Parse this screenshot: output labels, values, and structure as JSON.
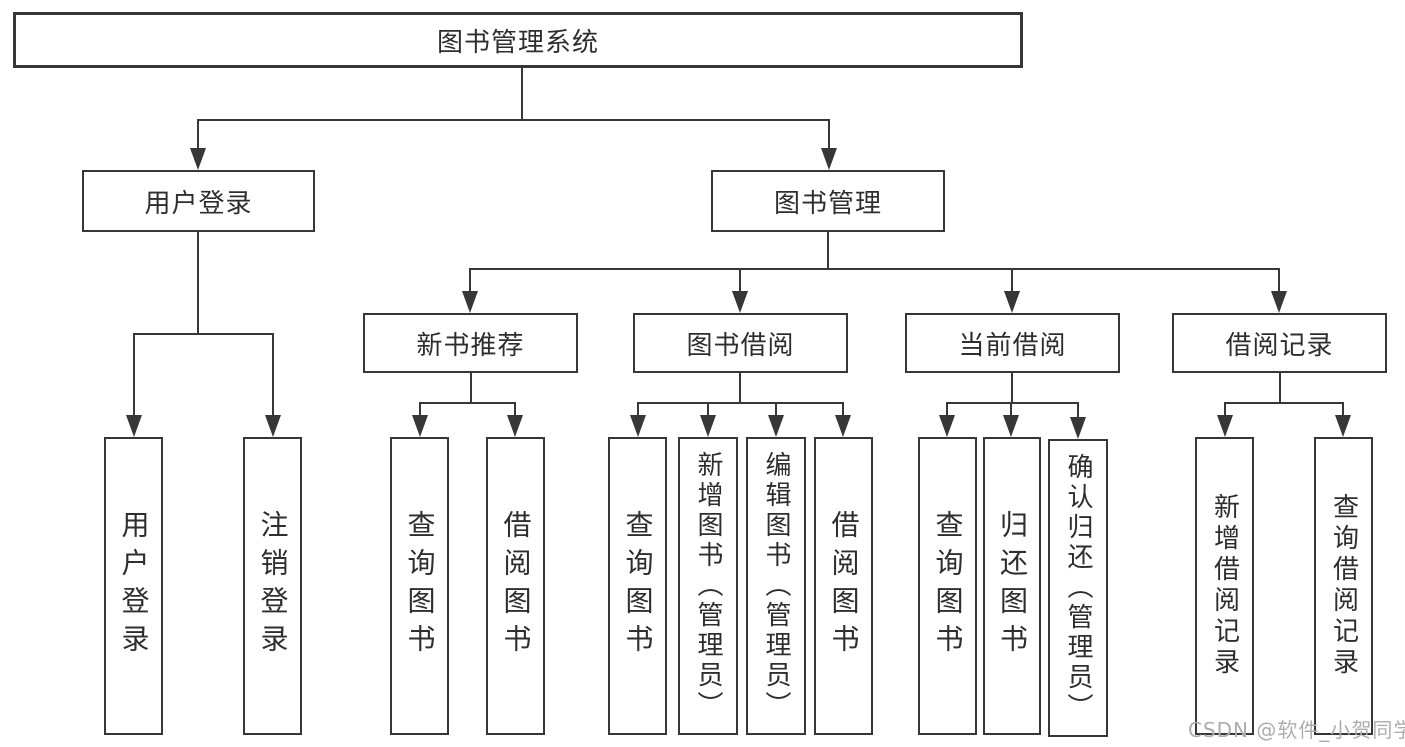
{
  "colors": {
    "line": "#373737",
    "text": "#2e2e2e",
    "background": "#ffffff",
    "watermark": "#adadad"
  },
  "diagram": {
    "nodes": {
      "root": {
        "label": "图书管理系统"
      },
      "user_login": {
        "label": "用户登录"
      },
      "book_mgmt": {
        "label": "图书管理"
      },
      "new_book": {
        "label": "新书推荐"
      },
      "book_borrow": {
        "label": "图书借阅"
      },
      "current_borrow": {
        "label": "当前借阅"
      },
      "borrow_record": {
        "label": "借阅记录"
      }
    },
    "leaves": {
      "user_login": [
        "用户登录",
        "注销登录"
      ],
      "new_book": [
        "查询图书",
        "借阅图书"
      ],
      "book_borrow": [
        "查询图书",
        "新增图书（管理员）",
        "编辑图书（管理员）",
        "借阅图书"
      ],
      "current_borrow": [
        "查询图书",
        "归还图书",
        "确认归还（管理员）"
      ],
      "borrow_record": [
        "新增借阅记录",
        "查询借阅记录"
      ]
    }
  },
  "watermark": {
    "text": "CSDN @软件_小贺同学"
  }
}
